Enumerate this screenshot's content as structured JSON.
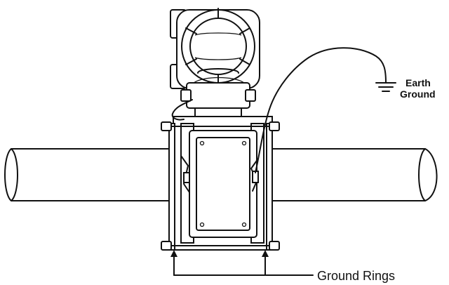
{
  "labels": {
    "earth_ground_line1": "Earth",
    "earth_ground_line2": "Ground",
    "ground_rings": "Ground Rings"
  }
}
